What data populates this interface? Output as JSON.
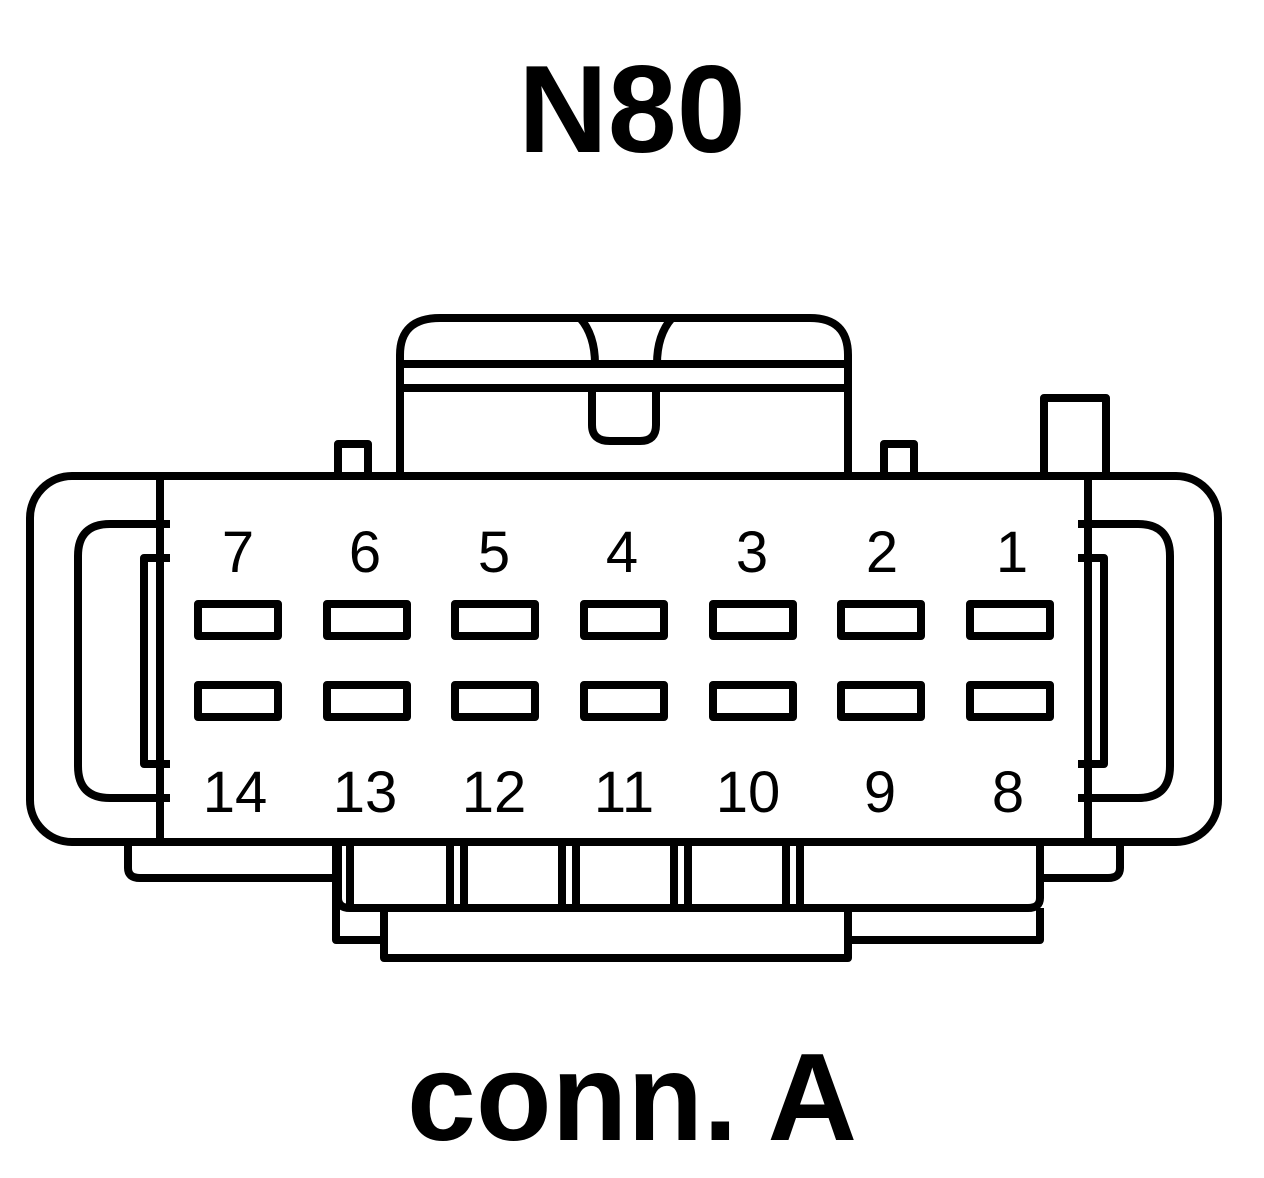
{
  "diagram": {
    "connector_id": "N80",
    "connector_label": "conn. A",
    "pins_top_row": [
      "7",
      "6",
      "5",
      "4",
      "3",
      "2",
      "1"
    ],
    "pins_bottom_row": [
      "14",
      "13",
      "12",
      "11",
      "10",
      "9",
      "8"
    ],
    "line_color": "#000000",
    "background_color": "#ffffff"
  }
}
